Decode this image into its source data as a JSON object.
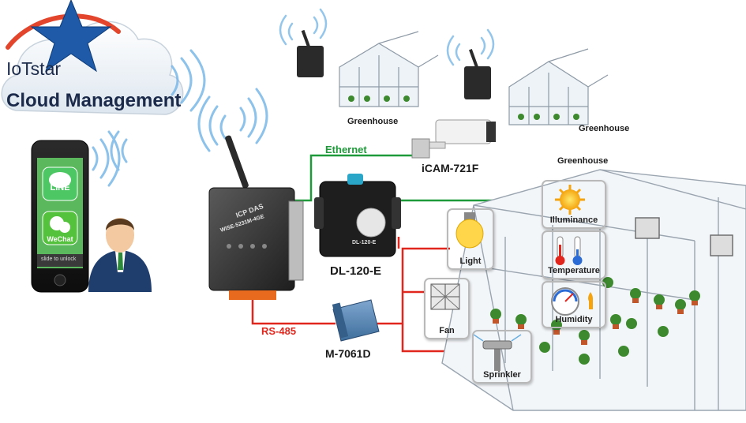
{
  "cloud": {
    "brand": "IoTstar",
    "title": "Cloud Management"
  },
  "phone": {
    "apps": [
      "LINE",
      "WeChat"
    ],
    "slider": "slide to unlock"
  },
  "devices": {
    "gateway": {
      "model": "WISE-5231M-4GE",
      "brand": "ICP DAS"
    },
    "sensor": {
      "label": "DL-120-E",
      "body_text": "DL-120-E"
    },
    "camera": {
      "label": "iCAM-721F"
    },
    "module": {
      "label": "M-7061D"
    }
  },
  "connections": {
    "ethernet": "Ethernet",
    "rs485": "RS-485"
  },
  "greenhouses": [
    "Greenhouse",
    "Greenhouse",
    "Greenhouse"
  ],
  "sensor_cards": [
    "Illuminance",
    "Temperature",
    "Humidity"
  ],
  "actuator_cards": [
    "Light",
    "Fan",
    "Sprinkler"
  ],
  "colors": {
    "ethernet": "#1f9a3a",
    "rs485": "#e0261d",
    "cloud_title": "#1b2a4a",
    "wifi": "#7ab8e8"
  }
}
